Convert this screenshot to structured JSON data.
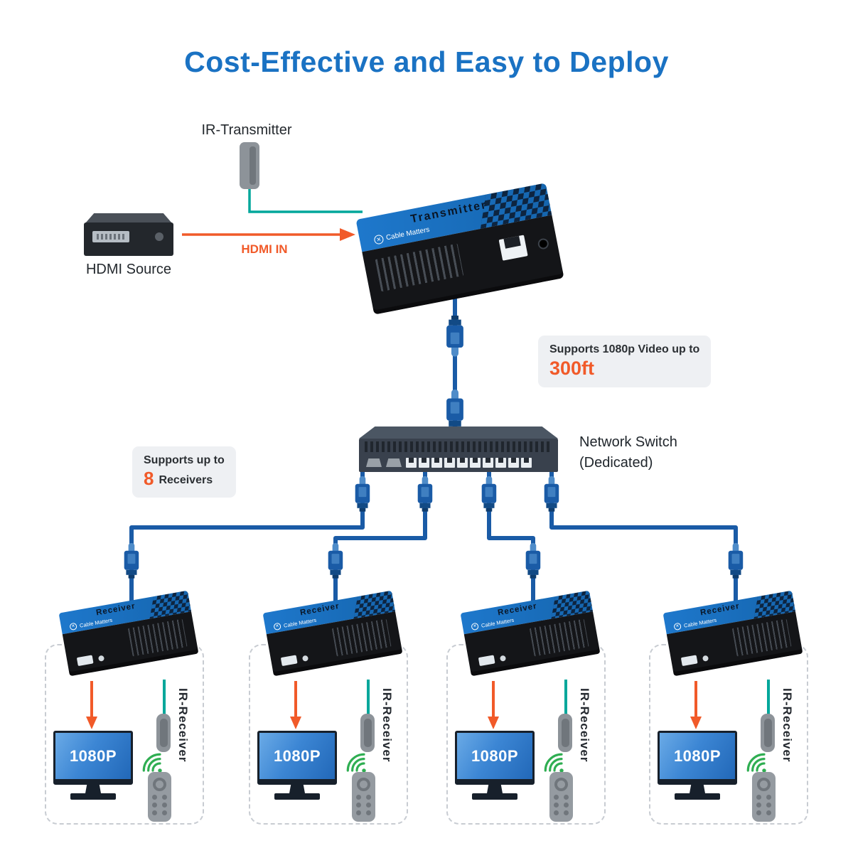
{
  "title": "Cost-Effective and Easy to Deploy",
  "ir_transmitter": {
    "label": "IR-Transmitter"
  },
  "hdmi_source": {
    "label": "HDMI Source"
  },
  "hdmi_in_label": "HDMI IN",
  "transmitter": {
    "name": "Transmitter",
    "brand": "Cable Matters"
  },
  "bandwidth_callout": {
    "line1": "Supports 1080p Video up to",
    "value": "300ft"
  },
  "network_switch": {
    "line1": "Network Switch",
    "line2": "(Dedicated)"
  },
  "receivers_callout": {
    "line1": "Supports up to",
    "count": "8",
    "suffix": "Receivers"
  },
  "receiver": {
    "name": "Receiver",
    "brand": "Cable Matters",
    "resolution": "1080P",
    "ir_label": "IR-Receiver"
  },
  "colors": {
    "title": "#1a72c3",
    "accent_orange": "#f15a29",
    "cable_blue": "#1a5ba6",
    "ir_teal": "#00a79b",
    "wave_green": "#2fae52",
    "stripe_blue": "#1e78cc"
  }
}
